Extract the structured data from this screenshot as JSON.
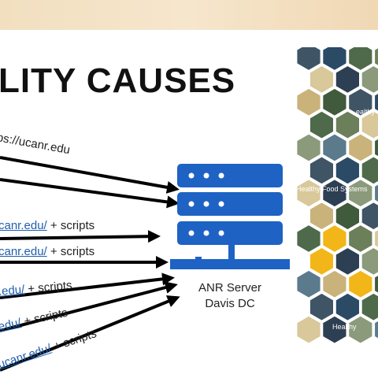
{
  "slide": {
    "title": "LITY CAUSES",
    "server_label_line1": "ANR Server",
    "server_label_line2": "Davis DC"
  },
  "sources": [
    {
      "link": "",
      "plain": "ps://ucanr.edu"
    },
    {
      "link": "canr.edu/",
      "plain": " + scripts"
    },
    {
      "link": "canr.edu/",
      "plain": " + scripts"
    },
    {
      "link": ".edu/",
      "plain": " + scripts"
    },
    {
      "link": "edu/",
      "plain": " + scripts"
    },
    {
      "link": "ucanr.edu/",
      "plain": " + scripts"
    }
  ],
  "collage_texts": {
    "tile_a": "ealthy",
    "tile_b": "Healthy Food Systems",
    "tile_c": "Healthy"
  },
  "colors": {
    "server_blue": "#1e63c4",
    "collage_gold": "#f2b619",
    "arrow": "#000000"
  }
}
